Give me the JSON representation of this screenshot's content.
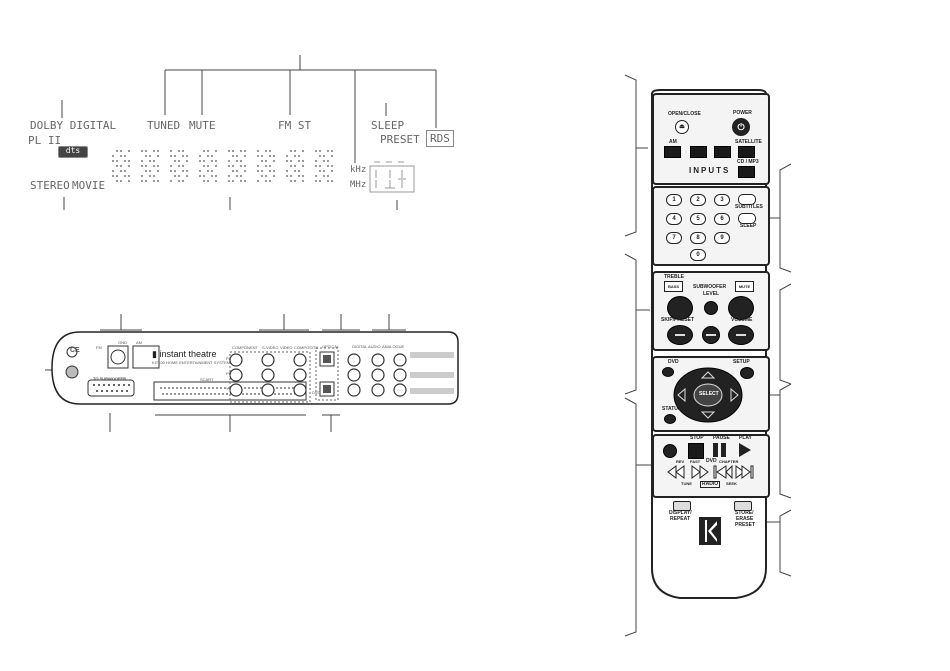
{
  "display": {
    "labels": {
      "dolby_digital": "DOLBY DIGITAL",
      "pl2": "PL II",
      "dts": "dts",
      "stereo": "STEREO",
      "movie": "MOVIE",
      "tuned": "TUNED",
      "mute": "MUTE",
      "fm_st": "FM ST",
      "khz": "kHz",
      "mhz": "MHz",
      "sleep": "SLEEP",
      "preset": "PRESET",
      "rds": "RDS"
    }
  },
  "rear_panel": {
    "brand": "instant theatre",
    "subtitle": "KIT100 HOME ENTERTAINMENT SYSTEM",
    "to_subwoofer": "TO SUBWOOFER",
    "scart": "SCART",
    "gnd": "GND",
    "am": "AM",
    "fm": "FM",
    "component": "COMPONENT",
    "s_video": "S-VIDEO",
    "video": "VIDEO",
    "composite": "COMPOSITE",
    "optical": "OPTICAL",
    "digital": "DIGITAL",
    "audio": "AUDIO",
    "analogue": "ANALOGUE",
    "ce": "CE",
    "dvd": "DVD",
    "pb": "PB",
    "pr": "PR",
    "y": "Y"
  },
  "remote": {
    "open_close": "OPEN/CLOSE",
    "power": "POWER",
    "am": "AM",
    "satellite": "SATELLITE",
    "cd_mp3": "CD / MP3",
    "inputs": "INPUTS",
    "digits": [
      "1",
      "2",
      "3",
      "4",
      "5",
      "6",
      "7",
      "8",
      "9",
      "0"
    ],
    "subtitles": "SUBTITLES",
    "sleep": "SLEEP",
    "treble": "TREBLE",
    "bass": "BASS",
    "mute": "MUTE",
    "subwoofer": "SUBWOOFER",
    "level": "LEVEL",
    "skip_preset": "SKIP/PRESET",
    "volume": "VOLUME",
    "dvd": "DVD",
    "setup": "SETUP",
    "select": "SELECT",
    "status": "STATUS",
    "stop": "STOP",
    "pause": "PAUSE",
    "play": "PLAY",
    "rev": "REV",
    "fast": "FAST",
    "dvd2": "DVD",
    "chapter": "CHAPTER",
    "tune": "TUNE",
    "radio": "RADIO",
    "seek": "SEEK",
    "display_repeat_a": "DISPLAY/",
    "display_repeat_b": "REPEAT",
    "store_a": "STORE/",
    "store_b": "ERASE",
    "store_c": "PRESET"
  }
}
